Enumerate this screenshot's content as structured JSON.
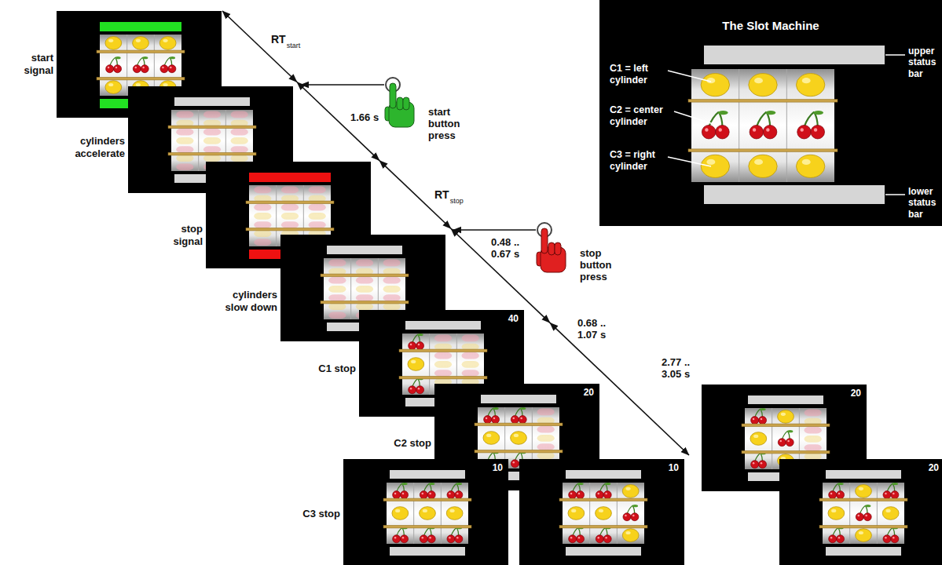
{
  "diagram": {
    "nodes": [
      {
        "text": [
          "The Slot Machine",
          "C1 = left cylinder",
          "C2 = center cylinder",
          "C3 = right cylinder",
          "upper status bar",
          "lower status bar"
        ]
      },
      {
        "text": [
          "start signal"
        ]
      },
      {
        "text": [
          "cylinders accelerate"
        ]
      },
      {
        "text": [
          "stop signal"
        ]
      },
      {
        "text": [
          "cylinders slow down"
        ]
      },
      {
        "text": [
          "C1 stop",
          "40"
        ]
      },
      {
        "text": [
          "C2 stop",
          "20"
        ]
      },
      {
        "text": [
          "C3 stop",
          "10"
        ]
      },
      {
        "text": [
          "10"
        ]
      },
      {
        "text": [
          "20"
        ]
      },
      {
        "text": [
          "20"
        ]
      }
    ],
    "labels": [
      "RT",
      "start",
      "start button press",
      "1.66 s",
      "RT",
      "stop",
      "stop button press",
      "0.48 .. 0.67 s",
      "0.68 .. 1.07 s",
      "2.77 .. 3.05 s"
    ]
  }
}
